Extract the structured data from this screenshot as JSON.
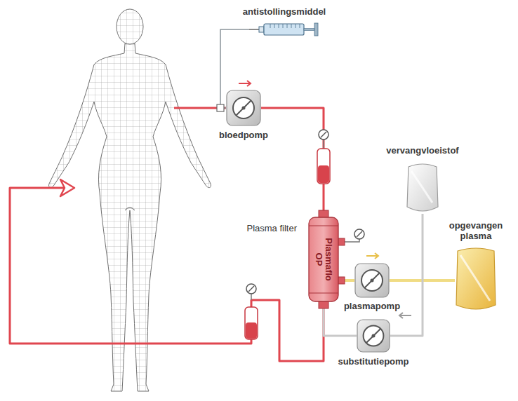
{
  "diagram": {
    "nodes": [
      {
        "text": [
          "antistollingsmiddel"
        ]
      },
      {
        "text": [
          "bloedpomp"
        ]
      },
      {
        "text": [
          "vervangvloeistof"
        ]
      },
      {
        "text": [
          "Plasma filter",
          "Plasmaflo OP"
        ]
      },
      {
        "text": [
          "plasmapomp"
        ]
      },
      {
        "text": [
          "opgevangen plasma"
        ]
      },
      {
        "text": [
          "substitutiepomp"
        ]
      }
    ],
    "edges": [
      {
        "from": 0,
        "to": 1,
        "arrow": "none"
      },
      {
        "from": 1,
        "to": 3,
        "arrow": "none"
      },
      {
        "from": 3,
        "to": 4,
        "arrow": "none"
      },
      {
        "from": 4,
        "to": 5,
        "arrow": "none"
      },
      {
        "from": 2,
        "to": 6,
        "arrow": "none"
      },
      {
        "from": 6,
        "to": 3,
        "arrow": "none"
      }
    ]
  }
}
